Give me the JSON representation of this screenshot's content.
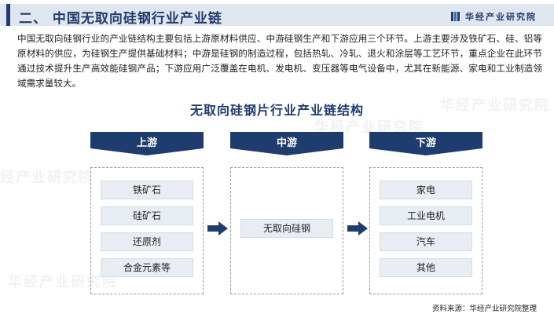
{
  "header": {
    "title": "二、 中国无取向硅钢行业产业链",
    "brand": "华经产业研究院"
  },
  "intro": "中国无取向硅钢行业的产业链结构主要包括上游原材料供应、中游硅钢生产和下游应用三个环节。上游主要涉及铁矿石、硅、铝等原材料的供应，为硅钢生产提供基础材料；中游是硅钢的制造过程，包括热轧、冷轧、退火和涂层等工艺环节，重点企业在此环节通过技术提升生产高效能硅钢产品；下游应用广泛覆盖在电机、发电机、变压器等电气设备中，尤其在新能源、家电和工业制造领域需求量较大。",
  "diagram": {
    "title": "无取向硅钢片行业产业链结构",
    "stages": [
      {
        "label": "上游",
        "items": [
          "铁矿石",
          "硅矿石",
          "还原剂",
          "合金元素等"
        ]
      },
      {
        "label": "中游",
        "items": [
          "无取向硅钢"
        ]
      },
      {
        "label": "下游",
        "items": [
          "家电",
          "工业电机",
          "汽车",
          "其他"
        ]
      }
    ]
  },
  "watermark": "华经产业研究院",
  "source": "资料来源：华经产业研究院整理",
  "colors": {
    "primary": "#1f3c6e",
    "item_bg": "#e8edf3",
    "header_bg": "#dfe6ef"
  }
}
